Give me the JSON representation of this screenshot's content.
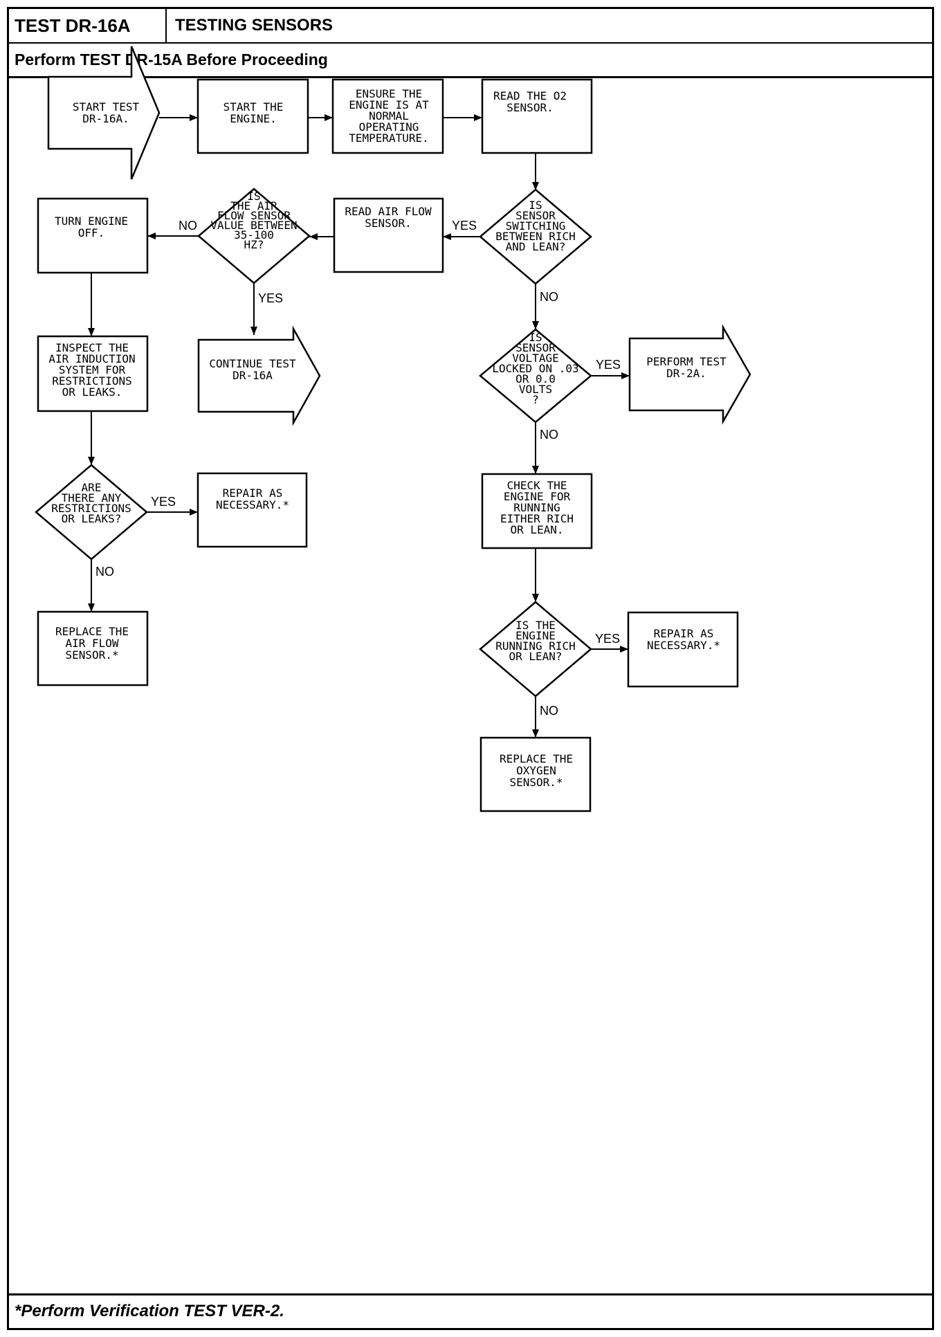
{
  "header": {
    "test_id": "TEST DR-16A",
    "title": "TESTING SENSORS",
    "prerequisite": "Perform TEST DR-15A Before Proceeding"
  },
  "footer": {
    "note": "*Perform Verification TEST VER-2."
  },
  "nodes": {
    "start": [
      "START TEST",
      "DR-16A."
    ],
    "start_engine": [
      "START THE",
      "ENGINE."
    ],
    "ensure_temp": [
      "ENSURE THE",
      "ENGINE IS AT",
      "NORMAL",
      "OPERATING",
      "TEMPERATURE."
    ],
    "read_o2": [
      "READ THE O2",
      "SENSOR."
    ],
    "q_switching": [
      "IS",
      "SENSOR",
      "SWITCHING",
      "BETWEEN RICH",
      "AND LEAN?"
    ],
    "read_airflow": [
      "READ AIR FLOW",
      "SENSOR."
    ],
    "q_airflow": [
      "IS",
      "THE AIR",
      "FLOW SENSOR",
      "VALUE BETWEEN",
      "35-100",
      "HZ?"
    ],
    "turn_off": [
      "TURN ENGINE",
      "OFF."
    ],
    "continue": [
      "CONTINUE TEST",
      "DR-16A"
    ],
    "inspect": [
      "INSPECT THE",
      "AIR INDUCTION",
      "SYSTEM FOR",
      "RESTRICTIONS",
      "OR LEAKS."
    ],
    "q_restrictions": [
      "ARE",
      "THERE ANY",
      "RESTRICTIONS",
      "OR LEAKS?"
    ],
    "repair_1": [
      "REPAIR AS",
      "NECESSARY.*"
    ],
    "replace_airflow": [
      "REPLACE THE",
      "AIR FLOW",
      "SENSOR.*"
    ],
    "q_voltage": [
      "IS",
      "SENSOR",
      "VOLTAGE",
      "LOCKED ON .03",
      "OR 0.0",
      "VOLTS",
      "?"
    ],
    "perform_dr2a": [
      "PERFORM TEST",
      "DR-2A."
    ],
    "check_engine": [
      "CHECK THE",
      "ENGINE FOR",
      "RUNNING",
      "EITHER RICH",
      "OR LEAN."
    ],
    "q_running": [
      "IS THE",
      "ENGINE",
      "RUNNING RICH",
      "OR LEAN?"
    ],
    "repair_2": [
      "REPAIR AS",
      "NECESSARY.*"
    ],
    "replace_oxygen": [
      "REPLACE THE",
      "OXYGEN",
      "SENSOR.*"
    ]
  },
  "edge_labels": {
    "switching_yes": "YES",
    "switching_no": "NO",
    "airflow_no": "NO",
    "airflow_yes": "YES",
    "voltage_yes": "YES",
    "voltage_no": "NO",
    "restrictions_yes": "YES",
    "restrictions_no": "NO",
    "running_yes": "YES",
    "running_no": "NO"
  }
}
